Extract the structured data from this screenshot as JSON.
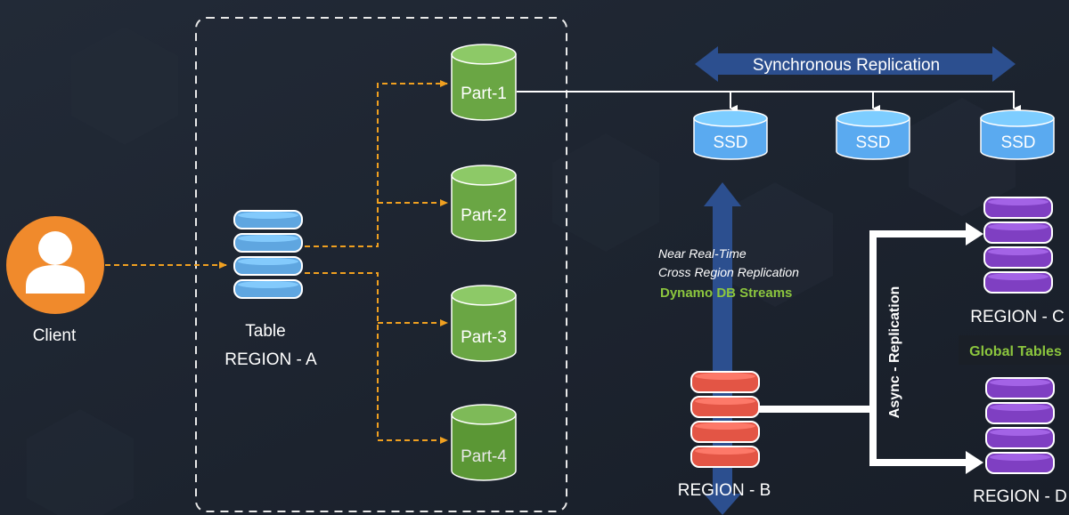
{
  "colors": {
    "background": "#1d2430",
    "accent_orange": "#f08a2c",
    "region_a_blue": "#5fa6e0",
    "partition_green": "#6aa644",
    "ssd_blue": "#5aaaf0",
    "region_b_red": "#e35545",
    "region_cd_purple": "#7f3fc2",
    "replication_arrow_blue": "#2c4f8f",
    "stream_label_green": "#8cc63e"
  },
  "client": {
    "label": "Client",
    "icon": "user-icon"
  },
  "table": {
    "label_line1": "Table",
    "label_line2": "REGION - A"
  },
  "partitions": [
    {
      "label": "Part-1"
    },
    {
      "label": "Part-2"
    },
    {
      "label": "Part-3"
    },
    {
      "label": "Part-4"
    }
  ],
  "sync_replication": {
    "label": "Synchronous Replication"
  },
  "ssds": [
    {
      "label": "SSD"
    },
    {
      "label": "SSD"
    },
    {
      "label": "SSD"
    }
  ],
  "streams": {
    "line1": "Near Real-Time",
    "line2": "Cross Region Replication",
    "line3": "Dynamo DB Streams"
  },
  "async_replication": {
    "label": "Async - Replication"
  },
  "regions": {
    "b": "REGION - B",
    "c": "REGION - C",
    "d": "REGION - D"
  },
  "global_tables": {
    "label": "Global Tables"
  }
}
